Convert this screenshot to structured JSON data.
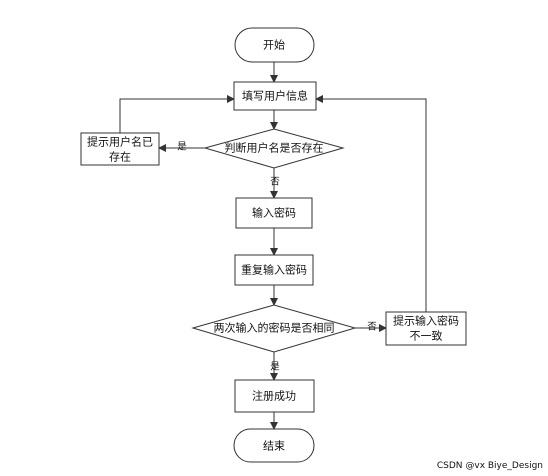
{
  "flowchart": {
    "nodes": {
      "start": "开始",
      "fill_info": "填写用户信息",
      "check_username": "判断用户名是否存在",
      "username_exists_line1": "提示用户名已",
      "username_exists_line2": "存在",
      "enter_password": "输入密码",
      "repeat_password": "重复输入密码",
      "compare_passwords": "两次输入的密码是否相同",
      "mismatch_line1": "提示输入密码",
      "mismatch_line2": "不一致",
      "register_success": "注册成功",
      "end": "结束"
    },
    "edge_labels": {
      "exists_yes": "是",
      "exists_no": "否",
      "match_no": "否",
      "match_yes": "是"
    }
  },
  "watermark": "CSDN @vx Biye_Design"
}
